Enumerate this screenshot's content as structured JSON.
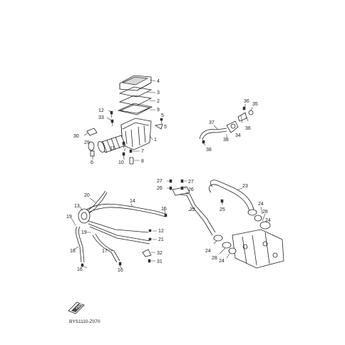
{
  "diagram": {
    "callouts": {
      "c4": "4",
      "c3": "3",
      "c2": "2",
      "c9": "9",
      "c12a": "12",
      "c33": "33",
      "c5a": "5",
      "c5b": "5",
      "c30": "30",
      "c29": "29",
      "c1": "1",
      "c7": "7",
      "c6": "6",
      "c11": "11",
      "c10": "10",
      "c8": "8",
      "c36a": "36",
      "c35": "35",
      "c37": "37",
      "c34": "34",
      "c36b": "36",
      "c38a": "38",
      "c38b": "38",
      "c27a": "27",
      "c26a": "26",
      "c27b": "27",
      "c26b": "26",
      "c23": "23",
      "c25": "25",
      "c24a": "24",
      "c28a": "28",
      "c24b": "24",
      "c20": "20",
      "c13": "13",
      "c14": "14",
      "c15": "15",
      "c22": "22",
      "c19a": "19",
      "c19b": "19",
      "c12b": "12",
      "c21": "21",
      "c17": "17",
      "c18": "18",
      "c16a": "16",
      "c16b": "16",
      "c32": "32",
      "c31": "31",
      "c24c": "24",
      "c28b": "28",
      "c24d": "24"
    },
    "diagram_code": "BYS1110-Z070",
    "badge": "FWD"
  }
}
